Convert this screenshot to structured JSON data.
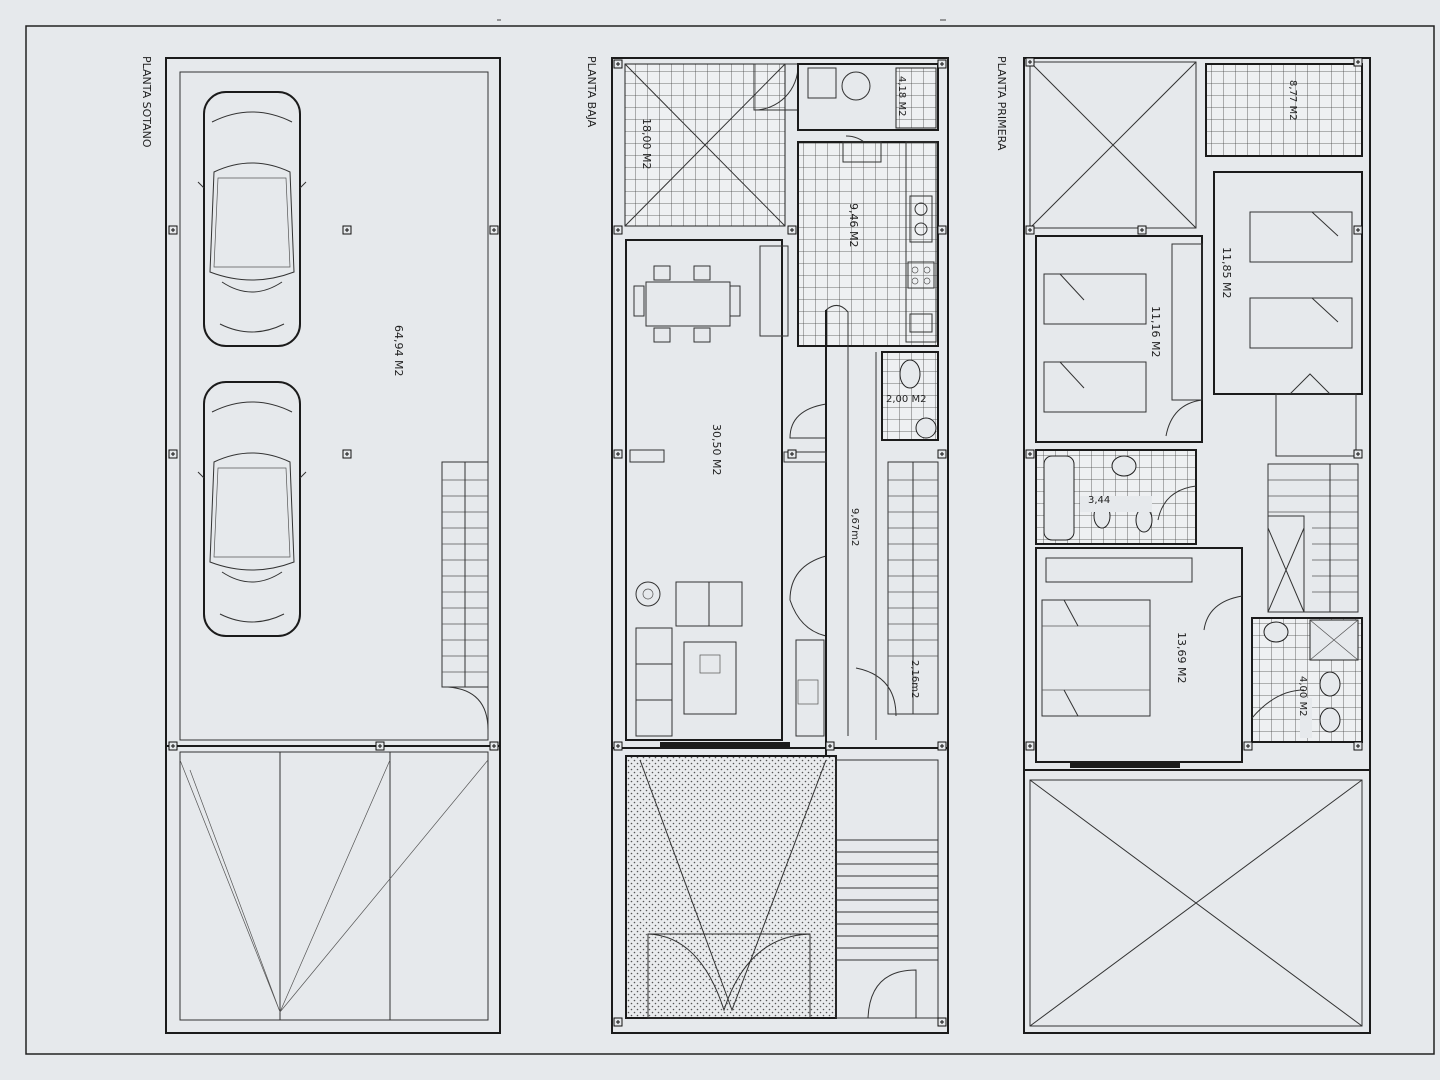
{
  "colors": {
    "background": "#e6e9ec",
    "ink": "#1b1b1b"
  },
  "floors": {
    "basement": {
      "title": "PLANTA SOTANO",
      "areas": {
        "garage": "64,94 M2"
      }
    },
    "ground": {
      "title": "PLANTA BAJA",
      "areas": {
        "patio": "18,00 M2",
        "laundry": "4,18 M2",
        "kitchen": "9,46 M2",
        "living": "30,50 M2",
        "wc": "2,00 M2",
        "hall": "9,67m2",
        "stair": "2,16m2"
      }
    },
    "first": {
      "title": "PLANTA PRIMERA",
      "areas": {
        "terrace": "8,77 M2",
        "bedroom1": "11,16 M2",
        "bedroom2": "11,85 M2",
        "bathroom1": "3,44",
        "bedroom3": "13,69 M2",
        "bathroom2": "4,00 M2"
      }
    }
  }
}
